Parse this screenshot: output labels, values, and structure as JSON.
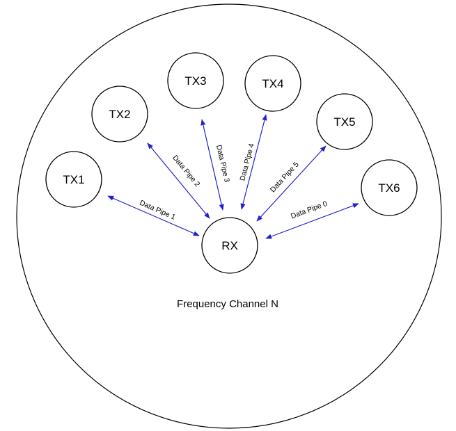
{
  "caption": "Frequency Channel N",
  "colors": {
    "arrow": "#2222cc",
    "stroke": "#000000",
    "background": "#ffffff"
  },
  "receiver": {
    "label": "RX"
  },
  "transmitters": [
    {
      "label": "TX1"
    },
    {
      "label": "TX2"
    },
    {
      "label": "TX3"
    },
    {
      "label": "TX4"
    },
    {
      "label": "TX5"
    },
    {
      "label": "TX6"
    }
  ],
  "pipes": [
    {
      "label": "Data Pipe 1",
      "from": "TX1",
      "to": "RX"
    },
    {
      "label": "Data Pipe 2",
      "from": "TX2",
      "to": "RX"
    },
    {
      "label": "Data Pipe 3",
      "from": "TX3",
      "to": "RX"
    },
    {
      "label": "Data Pipe 4",
      "from": "TX4",
      "to": "RX"
    },
    {
      "label": "Data Pipe 5",
      "from": "TX5",
      "to": "RX"
    },
    {
      "label": "Data Pipe 0",
      "from": "TX6",
      "to": "RX"
    }
  ]
}
